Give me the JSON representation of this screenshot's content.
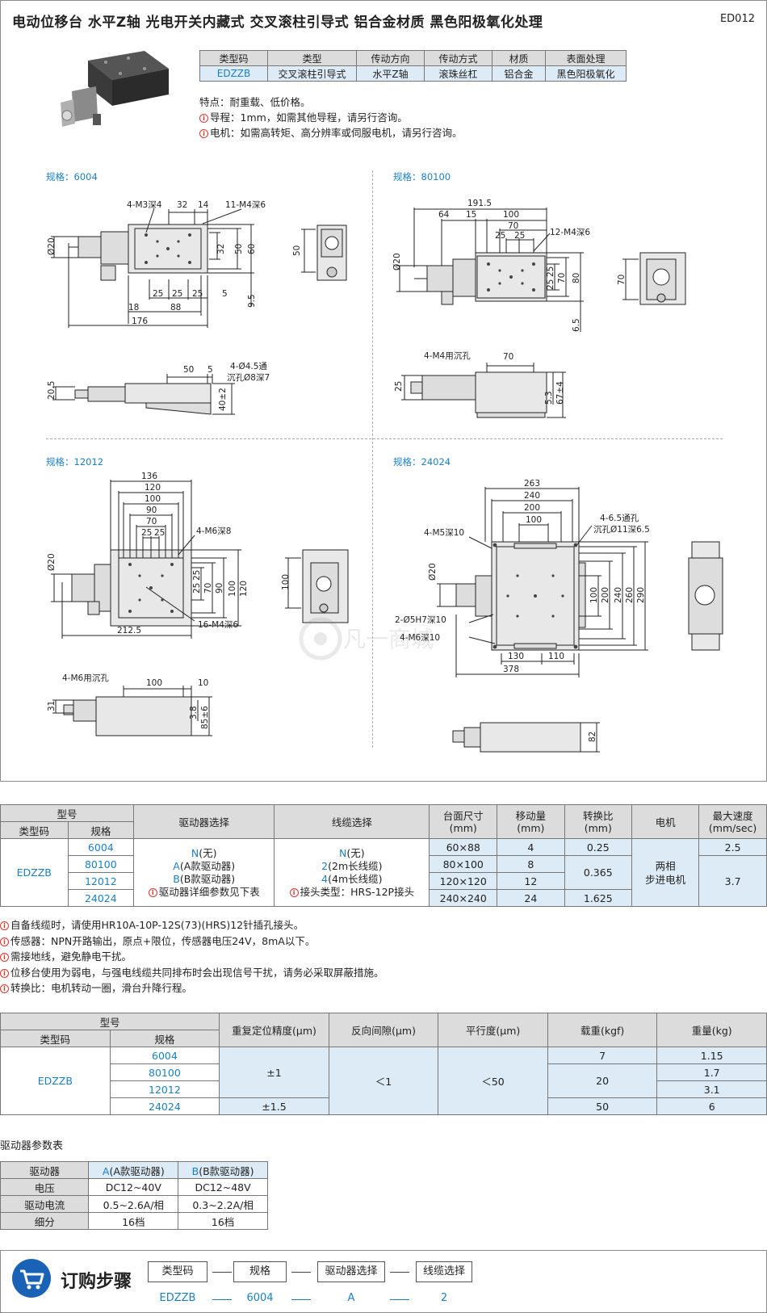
{
  "header": {
    "title": "电动位移台   水平Z轴   光电开关内藏式   交叉滚柱引导式   铝合金材质   黑色阳极氧化处理",
    "code": "ED012"
  },
  "spec_table": {
    "headers": [
      "类型码",
      "类型",
      "传动方向",
      "传动方式",
      "材质",
      "表面处理"
    ],
    "values": [
      "EDZZB",
      "交叉滚柱引导式",
      "水平Z轴",
      "滚珠丝杠",
      "铝合金",
      "黑色阳极氧化"
    ]
  },
  "features": {
    "line1": "特点：耐重载、低价格。",
    "line2": "导程：1mm，如需其他导程，请另行咨询。",
    "line3": "电机：如需高转矩、高分辨率或伺服电机，请另行咨询。",
    "info_mark": "i"
  },
  "drawings": {
    "label_6004": "规格：6004",
    "label_80100": "规格：80100",
    "label_12012": "规格：12012",
    "label_24024": "规格：24024",
    "d6004": {
      "m3": "4-M3深4",
      "d32": "32",
      "d14": "14",
      "m4": "11-M4深6",
      "phi20": "Ø20",
      "r32": "32",
      "r50": "50",
      "r60": "60",
      "b25a": "25",
      "b25b": "25",
      "b25c": "25",
      "b5": "5",
      "b9_5": "9.5",
      "b18": "18",
      "b88": "88",
      "b176": "176",
      "side50": "50",
      "t50": "50",
      "t5": "5",
      "t45": "4-Ø4.5通",
      "t8": "沉孔Ø8深7",
      "t20_5": "20.5",
      "t40": "40±2"
    },
    "d80100": {
      "d191": "191.5",
      "d64": "64",
      "d15": "15",
      "d100": "100",
      "d70": "70",
      "d25a": "25",
      "d25b": "25",
      "m4": "12-M4深6",
      "phi20": "Ø20",
      "r25a": "25",
      "r25b": "25",
      "r70": "70",
      "r80": "80",
      "r6_5": "6.5",
      "side70": "70",
      "t_m4": "4-M4用沉孔",
      "t70": "70",
      "t25": "25",
      "t5_3": "5.3",
      "t67": "67±4"
    },
    "d12012": {
      "d136": "136",
      "d120": "120",
      "d100": "100",
      "d90": "90",
      "d70": "70",
      "d25a": "25",
      "d25b": "25",
      "m6": "4-M6深8",
      "phi20": "Ø20",
      "r25a": "25",
      "r25b": "25",
      "r70": "70",
      "r90": "90",
      "r100": "100",
      "r120": "120",
      "d212": "212.5",
      "m4": "16-M4深6",
      "side100": "100",
      "t_m6": "4-M6用沉孔",
      "t100": "100",
      "t10": "10",
      "t31": "31",
      "t3_8": "3.8",
      "t85": "85±6"
    },
    "d24024": {
      "d263": "263",
      "d240": "240",
      "d200": "200",
      "d100": "100",
      "h65": "4-6.5通孔",
      "h11": "沉孔Ø11深6.5",
      "m5": "4-M5深10",
      "phi20": "Ø20",
      "r100": "100",
      "r200": "200",
      "r240": "240",
      "r260": "260",
      "r290": "290",
      "pin": "2-Ø5H7深10",
      "m6": "4-M6深10",
      "b130": "130",
      "b110": "110",
      "b378": "378",
      "t82": "82"
    },
    "watermark": "凡一商城"
  },
  "main_table": {
    "h_model": "型号",
    "h_type": "类型码",
    "h_size": "规格",
    "h_driver": "驱动器选择",
    "h_cable": "线缆选择",
    "h_table": "台面尺寸\n(mm)",
    "h_travel": "移动量\n(mm)",
    "h_ratio": "转换比\n(mm)",
    "h_motor": "电机",
    "h_speed": "最大速度\n(mm/sec)",
    "type_code": "EDZZB",
    "sizes": [
      "6004",
      "80100",
      "12012",
      "24024"
    ],
    "driver": {
      "n": "N",
      "n_txt": "(无)",
      "a": "A",
      "a_txt": "(A款驱动器)",
      "b": "B",
      "b_txt": "(B款驱动器)",
      "note": "驱动器详细参数见下表"
    },
    "cable": {
      "n": "N",
      "n_txt": "(无)",
      "c2": "2",
      "c2_txt": "(2m长线缆)",
      "c4": "4",
      "c4_txt": "(4m长线缆)",
      "note": "接头类型：HRS-12P接头"
    },
    "table_sizes": [
      "60×88",
      "80×100",
      "120×120",
      "240×240"
    ],
    "travels": [
      "4",
      "8",
      "12",
      "24"
    ],
    "ratio1": "0.25",
    "ratio2": "0.365",
    "ratio3": "1.625",
    "motor": "两相\n步进电机",
    "speed1": "2.5",
    "speed2": "3.7"
  },
  "notes": [
    "自备线缆时，请使用HR10A-10P-12S(73)(HRS)12针插孔接头。",
    "传感器：NPN开路输出，原点+限位，传感器电压24V，8mA以下。",
    "需接地线，避免静电干扰。",
    "位移台使用为弱电，与强电线缆共同排布时会出现信号干扰，请务必采取屏蔽措施。",
    "转换比：电机转动一圈，滑台升降行程。"
  ],
  "perf_table": {
    "h_model": "型号",
    "h_type": "类型码",
    "h_size": "规格",
    "h_repeat": "重复定位精度(μm)",
    "h_backlash": "反向间隙(μm)",
    "h_parallel": "平行度(μm)",
    "h_load": "载重(kgf)",
    "h_weight": "重量(kg)",
    "type_code": "EDZZB",
    "sizes": [
      "6004",
      "80100",
      "12012",
      "24024"
    ],
    "repeat1": "±1",
    "repeat2": "±1.5",
    "backlash": "＜1",
    "parallel": "＜50",
    "load1": "7",
    "load2": "20",
    "load3": "50",
    "weights": [
      "1.15",
      "1.7",
      "3.1",
      "6"
    ]
  },
  "driver_params": {
    "caption": "驱动器参数表",
    "h_driver": "驱动器",
    "a": "A",
    "a_txt": "(A款驱动器)",
    "b": "B",
    "b_txt": "(B款驱动器)",
    "rows": [
      {
        "label": "电压",
        "a": "DC12~40V",
        "b": "DC12~48V"
      },
      {
        "label": "驱动电流",
        "a": "0.5~2.6A/相",
        "b": "0.3~2.2A/相"
      },
      {
        "label": "细分",
        "a": "16档",
        "b": "16档"
      }
    ]
  },
  "order": {
    "title": "订购步骤",
    "steps": [
      "类型码",
      "规格",
      "驱动器选择",
      "线缆选择"
    ],
    "values": [
      "EDZZB",
      "6004",
      "A",
      "2"
    ]
  }
}
